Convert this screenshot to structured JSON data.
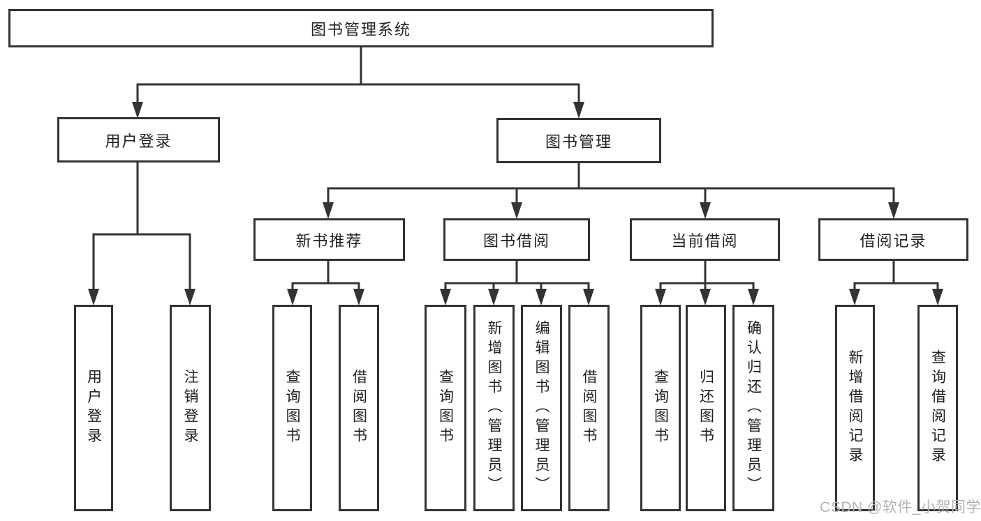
{
  "diagram": {
    "type": "hierarchy-tree",
    "colors": {
      "line": "#333333",
      "box_border": "#333333",
      "text": "#1f1f1f",
      "watermark": "#b3b3b3",
      "background": "#ffffff"
    },
    "tree": {
      "label": "图书管理系统",
      "children": [
        {
          "label": "用户登录",
          "children": [
            {
              "label": "用户登录"
            },
            {
              "label": "注销登录"
            }
          ]
        },
        {
          "label": "图书管理",
          "children": [
            {
              "label": "新书推荐",
              "children": [
                {
                  "label": "查询图书"
                },
                {
                  "label": "借阅图书"
                }
              ]
            },
            {
              "label": "图书借阅",
              "children": [
                {
                  "label": "查询图书"
                },
                {
                  "label": "新增图书（管理员）"
                },
                {
                  "label": "编辑图书（管理员）"
                },
                {
                  "label": "借阅图书"
                }
              ]
            },
            {
              "label": "当前借阅",
              "children": [
                {
                  "label": "查询图书"
                },
                {
                  "label": "归还图书"
                },
                {
                  "label": "确认归还（管理员）"
                }
              ]
            },
            {
              "label": "借阅记录",
              "children": [
                {
                  "label": "新增借阅记录"
                },
                {
                  "label": "查询借阅记录"
                }
              ]
            }
          ]
        }
      ]
    },
    "watermark": {
      "text": "CSDN @软件_小贺同学"
    }
  }
}
